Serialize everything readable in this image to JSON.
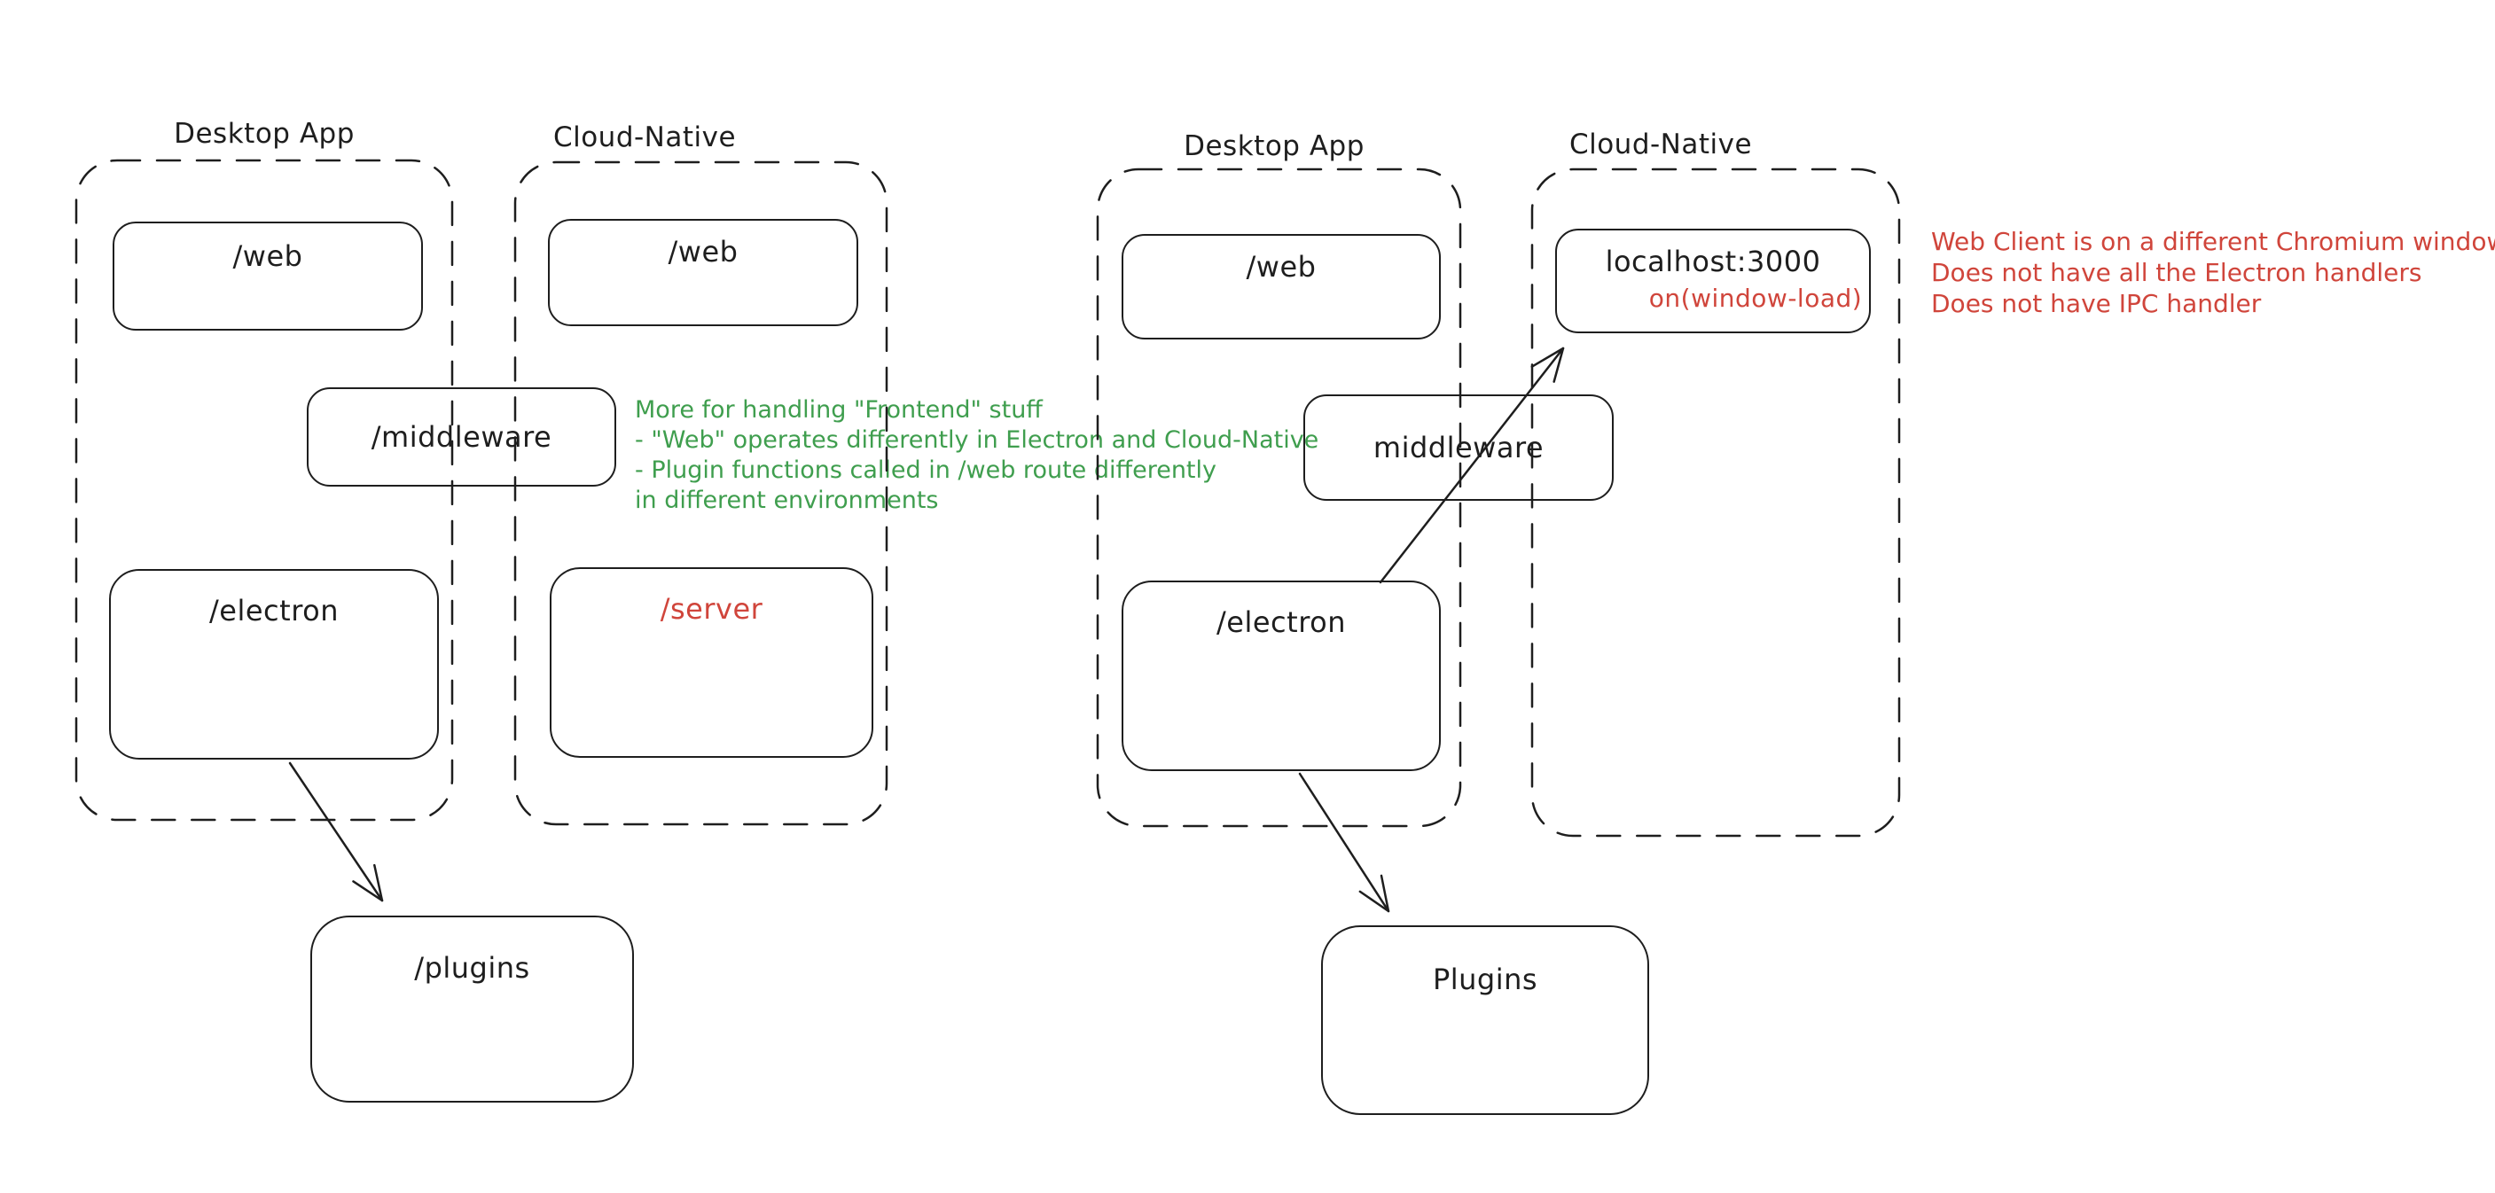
{
  "colors": {
    "stroke": "#1e1e1e",
    "green": "#3f9e4e",
    "red": "#d0453b",
    "background": "#ffffff"
  },
  "left_diagram": {
    "desktop_title": "Desktop App",
    "cloud_title": "Cloud-Native",
    "desktop_web": "/web",
    "cloud_web": "/web",
    "middleware": "/middleware",
    "electron": "/electron",
    "server": "/server",
    "plugins": "/plugins",
    "note": {
      "line1": "More for handling \"Frontend\" stuff",
      "line2": "- \"Web\" operates differently in Electron and Cloud-Native",
      "line3": "- Plugin functions called in /web route differently",
      "line4": "in different environments"
    }
  },
  "right_diagram": {
    "desktop_title": "Desktop App",
    "cloud_title": "Cloud-Native",
    "desktop_web": "/web",
    "middleware": "middleware",
    "electron": "/electron",
    "localhost": "localhost:3000",
    "window_load": "on(window-load)",
    "plugins": "Plugins",
    "note": {
      "line1": "Web Client is on a different Chromium window",
      "line2": "Does not have all the Electron handlers",
      "line3": "Does not have IPC handler"
    }
  }
}
